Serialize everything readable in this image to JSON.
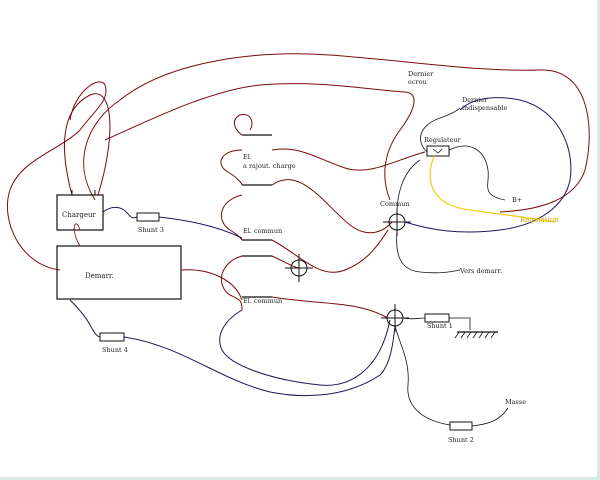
{
  "labels": {
    "dernier_ecrou": [
      "Dernier",
      "ecrou"
    ],
    "dernier_indispensable": [
      "Dernier",
      "indispensable"
    ],
    "regulateur": "Regulateur",
    "regulation": "Regulation",
    "b_plus": "B+",
    "chargeur": "Chargeur",
    "shunt3": "Shunt 3",
    "shunt4": "Shunt 4",
    "shunt1": "Shunt 1",
    "shunt2": "Shunt 2",
    "demarreur": "Demarr.",
    "element1": [
      "El.",
      "a rajout. charge"
    ],
    "element2": "El. commun",
    "element3": "El. commun",
    "commun": "Commun",
    "vers_demarreur": "Vers demarr.",
    "masse": "Masse"
  },
  "colors": {
    "wire": "#7a0a0a",
    "wire_blue": "#1a1a5e",
    "regulation": "#f0d020",
    "box": "#111111"
  }
}
